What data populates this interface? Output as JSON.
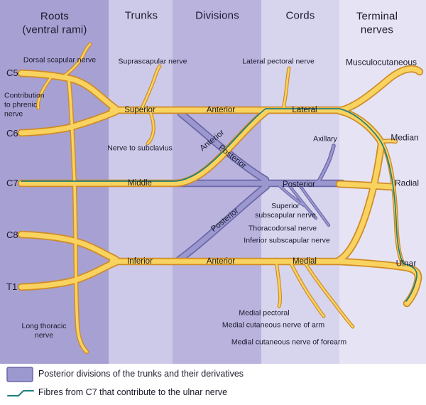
{
  "columns": [
    {
      "label": "Roots\n(ventral rami)"
    },
    {
      "label": "Trunks"
    },
    {
      "label": "Divisions"
    },
    {
      "label": "Cords"
    },
    {
      "label": "Terminal\nnerves"
    }
  ],
  "roots": [
    {
      "label": "C5"
    },
    {
      "label": "C6"
    },
    {
      "label": "C7"
    },
    {
      "label": "C8"
    },
    {
      "label": "T1"
    }
  ],
  "labels": {
    "dorsal_scapular": "Dorsal scapular nerve",
    "phrenic": "Contribution\nto phrenic\nnerve",
    "long_thoracic": "Long thoracic\nnerve",
    "suprascapular": "Suprascapular nerve",
    "subclavius": "Nerve to subclavius",
    "superior_trunk": "Superior",
    "middle_trunk": "Middle",
    "inferior_trunk": "Inferior",
    "anterior_superior": "Anterior",
    "anterior_middle": "Anterior",
    "anterior_inferior": "Anterior",
    "posterior_superior": "Posterior",
    "posterior_inferior": "Posterior",
    "lateral_pectoral": "Lateral pectoral nerve",
    "lateral_cord": "Lateral",
    "axillary": "Axillary",
    "posterior_cord": "Posterior",
    "superior_subscapular": "Superior\nsubscapular nerve",
    "thoracodorsal": "Thoracodorsal nerve",
    "inferior_subscapular": "Inferior subscapular nerve",
    "medial_cord": "Medial",
    "medial_pectoral": "Medial pectoral",
    "medial_cutaneous_arm": "Medial cutaneous nerve of arm",
    "medial_cutaneous_forearm": "Medial cutaneous nerve of forearm",
    "musculocutaneous": "Musculocutaneous",
    "median": "Median",
    "radial": "Radial",
    "ulnar": "Ulnar"
  },
  "legend": [
    {
      "label": "Posterior divisions of the trunks and their derivatives"
    },
    {
      "label": "Fibres from C7 that contribute to the ulnar nerve"
    }
  ],
  "colors": {
    "nerve_yellow": "#f9d35f",
    "nerve_outline": "#cf8b28",
    "posterior_purple": "#9b98cf",
    "posterior_outline": "#6c68a9",
    "c7_fibres_teal": "#1f7e7e",
    "band_roots": "#a7a0d2",
    "band_trunks": "#cdc9e8",
    "band_divisions": "#b9b3dd",
    "band_cords": "#d7d4ed",
    "band_terminal": "#e6e4f4"
  }
}
